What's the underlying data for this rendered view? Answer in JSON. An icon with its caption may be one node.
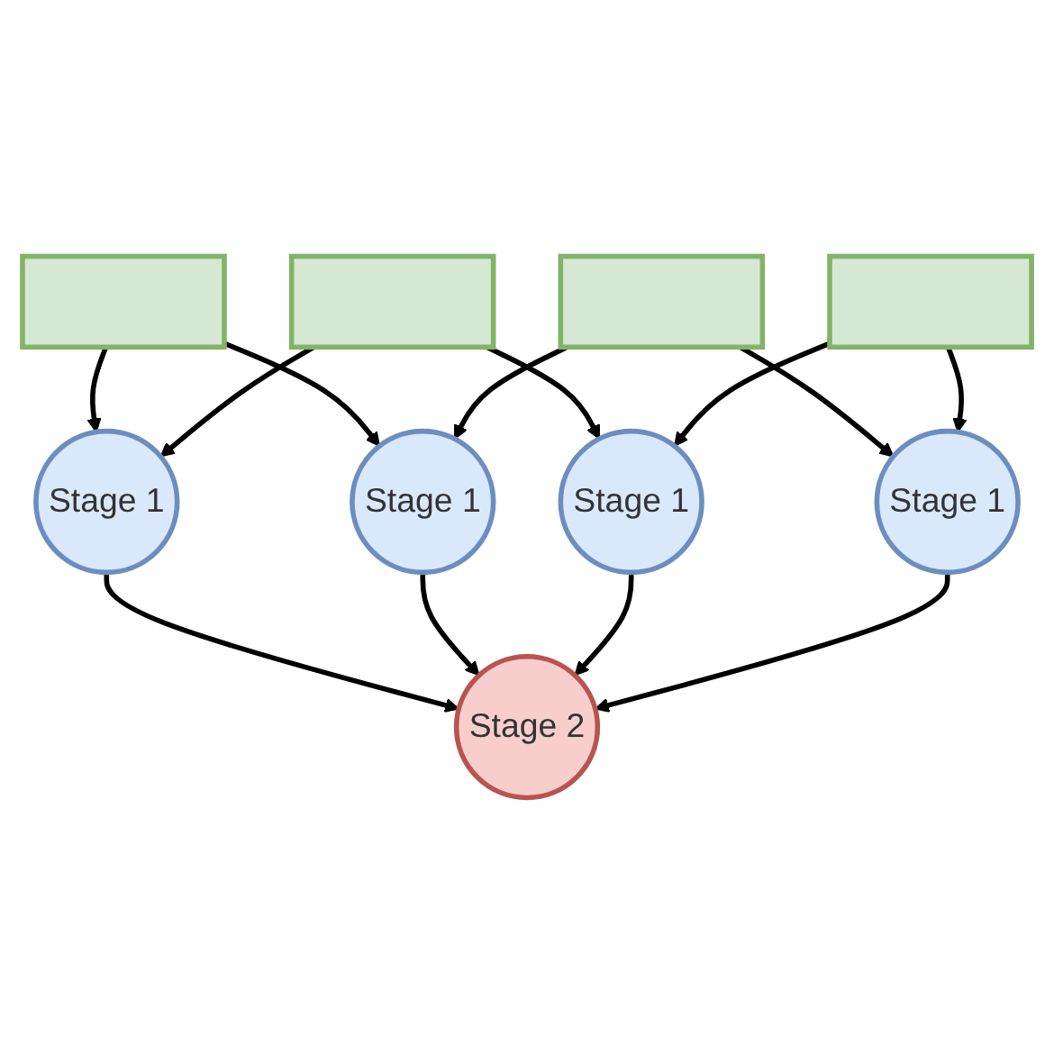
{
  "diagram": {
    "nodes": [
      {
        "text": [],
        "shape": "box"
      },
      {
        "text": [
          "Stage 1"
        ]
      },
      {
        "text": [],
        "shape": "box"
      },
      {
        "text": [
          "Stage 1"
        ]
      },
      {
        "text": [
          "Stage 2"
        ]
      },
      {
        "text": [
          "Stage 1"
        ]
      },
      {
        "text": [],
        "shape": "box"
      },
      {
        "text": [
          "Stage 1"
        ]
      },
      {
        "text": [],
        "shape": "box"
      }
    ],
    "edges": [
      {
        "from": 0,
        "to": 1,
        "arrow": "to"
      },
      {
        "from": 2,
        "to": 1,
        "arrow": "to"
      },
      {
        "from": 0,
        "to": 3,
        "arrow": "to"
      },
      {
        "from": 1,
        "to": 4,
        "arrow": "to"
      },
      {
        "from": 2,
        "to": 5,
        "arrow": "to"
      },
      {
        "from": 3,
        "to": 4,
        "arrow": "to"
      },
      {
        "from": 5,
        "to": 4,
        "arrow": "to"
      },
      {
        "from": 6,
        "to": 3,
        "arrow": "to"
      },
      {
        "from": 6,
        "to": 7,
        "arrow": "to"
      },
      {
        "from": 7,
        "to": 4,
        "arrow": "to"
      },
      {
        "from": 8,
        "to": 7,
        "arrow": "to"
      },
      {
        "from": 8,
        "to": 5,
        "arrow": "to"
      }
    ]
  }
}
